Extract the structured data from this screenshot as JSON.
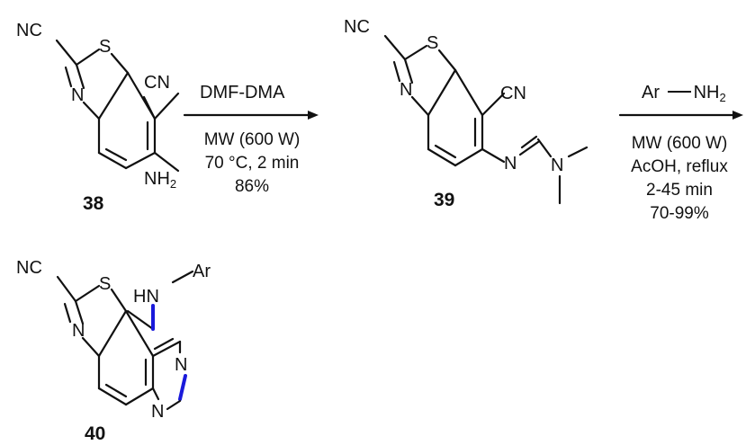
{
  "compounds": [
    {
      "number": "38",
      "atoms": {
        "nc": "NC",
        "s": "S",
        "n": "N",
        "cn": "CN",
        "nh2_n": "NH",
        "nh2_sub": "2"
      }
    },
    {
      "number": "39",
      "atoms": {
        "nc": "NC",
        "s": "S",
        "n": "N",
        "cn": "CN",
        "n_imine": "N",
        "n_amine": "N"
      }
    },
    {
      "number": "40",
      "atoms": {
        "nc": "NC",
        "s": "S",
        "n": "N",
        "hn": "HN",
        "ar": "Ar",
        "n_pyr1": "N",
        "n_pyr2": "N"
      }
    }
  ],
  "steps": [
    {
      "reagent_above": "DMF-DMA",
      "conditions": [
        "MW (600 W)",
        "70 °C, 2 min",
        "86%"
      ]
    },
    {
      "reagent_ar": "Ar",
      "reagent_n": "NH",
      "reagent_sub": "2",
      "conditions": [
        "MW (600 W)",
        "AcOH, reflux",
        "2-45 min",
        "70-99%"
      ]
    }
  ],
  "colors": {
    "ink": "#111111",
    "new_bond": "#1a1adb"
  }
}
